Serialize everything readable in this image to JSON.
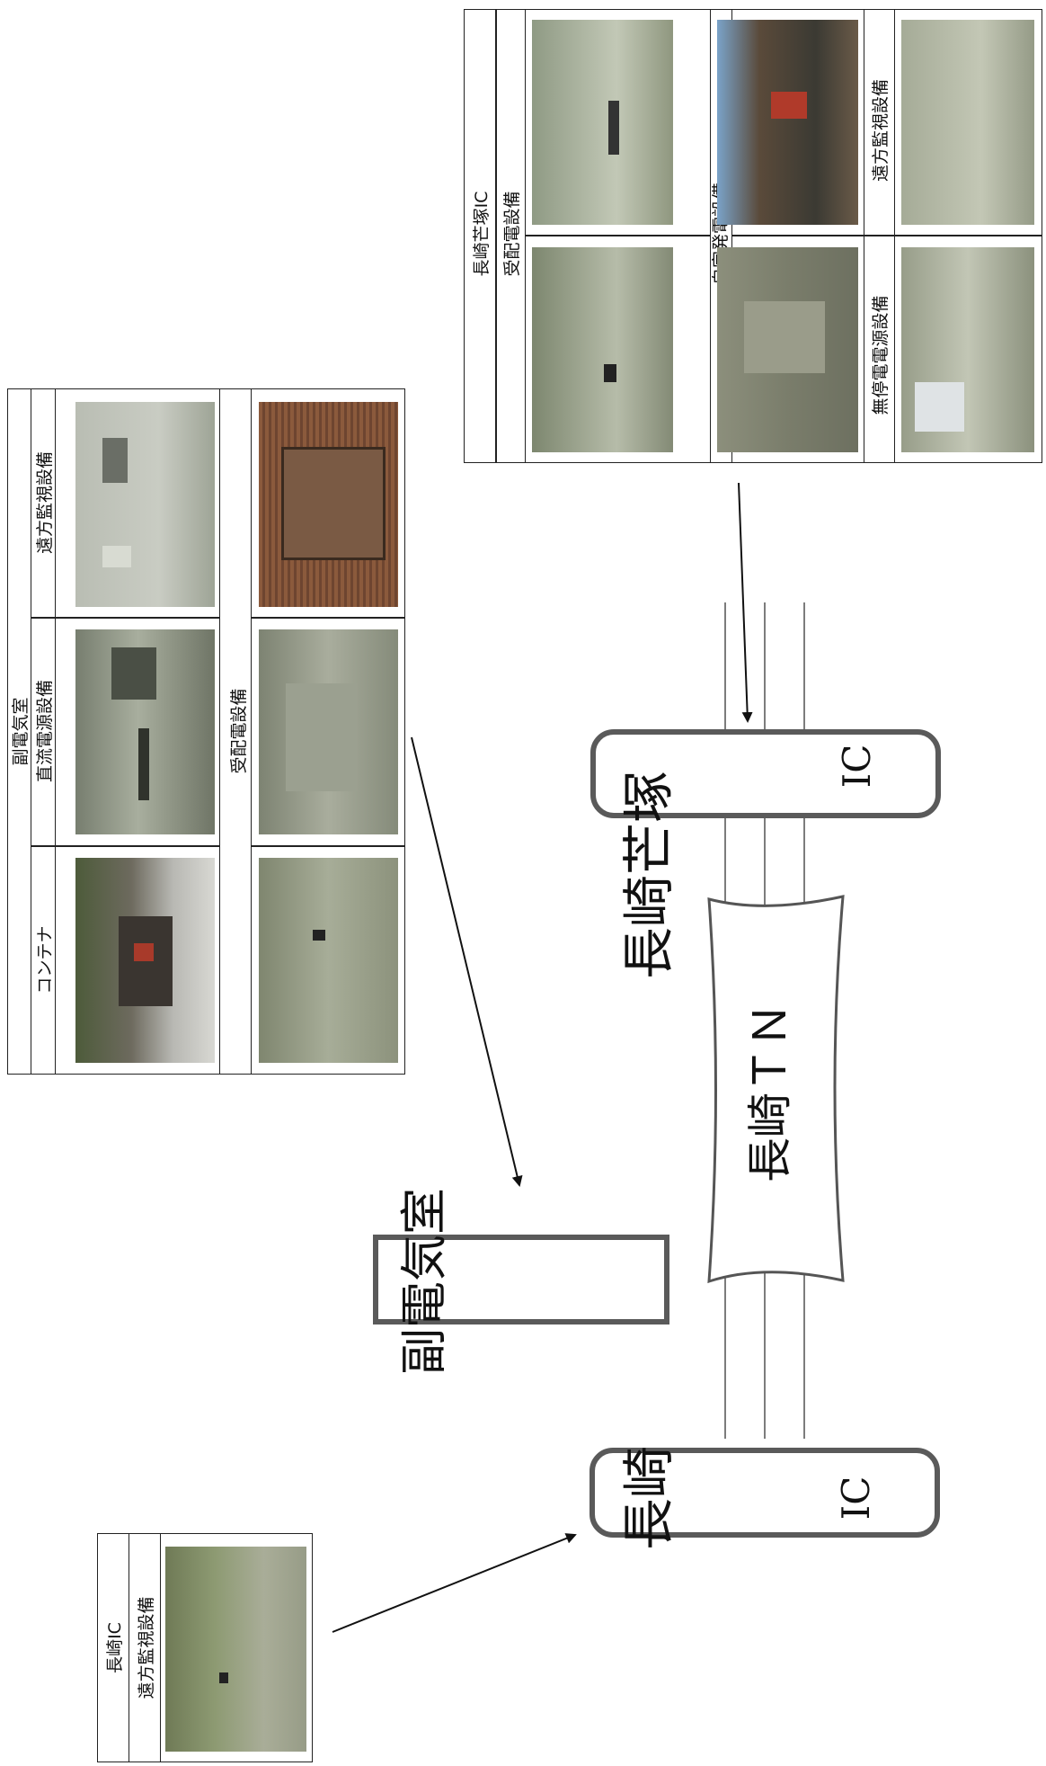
{
  "substation_table": {
    "title": "副電気室",
    "row1": [
      {
        "label": "遠方監視設備"
      },
      {
        "label": "直流電源設備"
      },
      {
        "label": "コンテナ"
      }
    ],
    "row2_label": "受配電設備"
  },
  "nagasaki_bouzuka_table": {
    "title": "長崎芒塚IC",
    "group1_label": "受配電設備",
    "group2_label": "自家発電設備",
    "group3_left_label": "無停電電源設備",
    "group3_right_label": "遠方監視設備"
  },
  "nagasaki_ic_table": {
    "title": "長崎IC",
    "label": "遠方監視設備"
  },
  "diagram": {
    "ic_top_name": "長崎芒塚",
    "ic_top_suffix": "IC",
    "tunnel_label": "長崎ＴＮ",
    "substation_label": "副電気室",
    "ic_bottom_name": "長崎",
    "ic_bottom_suffix": "IC"
  },
  "colors": {
    "border": "#555555",
    "photo_panel": "#8f9a88",
    "photo_dark": "#3b3a33",
    "photo_brown": "#7a5238",
    "photo_sky": "#7aa3c9"
  }
}
